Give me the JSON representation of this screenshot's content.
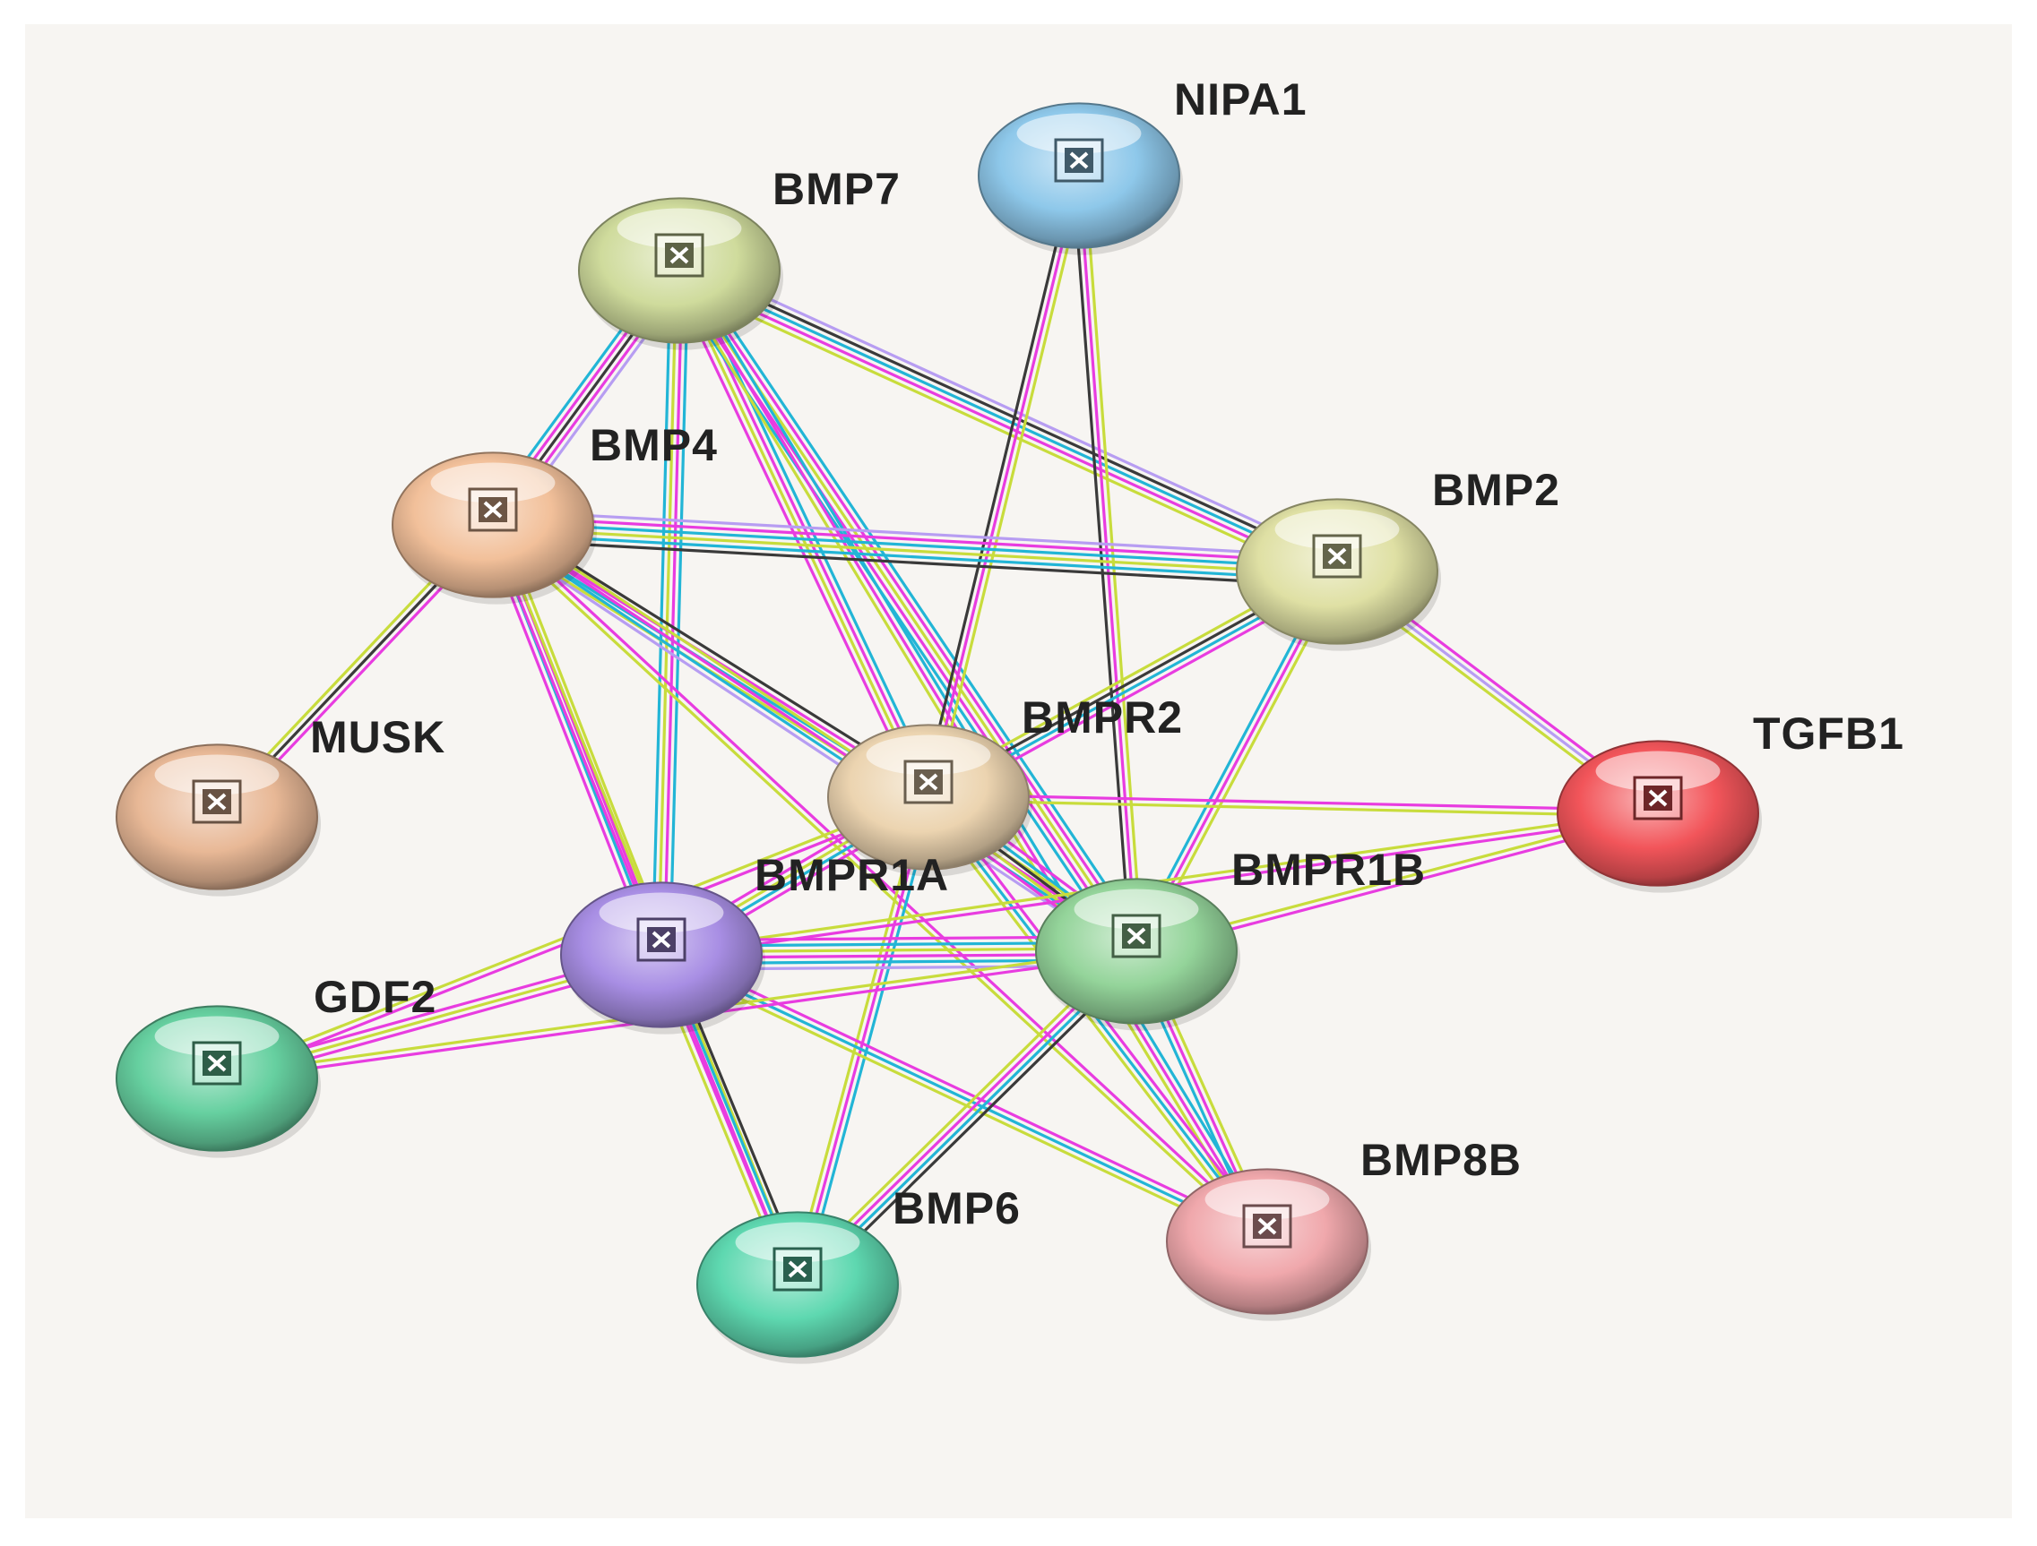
{
  "colors": {
    "panel_background": "#f7f5f2",
    "evidence": {
      "cyan": "#22b5d6",
      "magenta": "#e83ce0",
      "yellow_green": "#c8dc3c",
      "dark": "#3a3a3a",
      "lavender": "#b79df2"
    }
  },
  "nodes": [
    {
      "id": "NIPA1",
      "label": "NIPA1",
      "color": "#8ec8ea",
      "icon": "broken-image-icon"
    },
    {
      "id": "BMP7",
      "label": "BMP7",
      "color": "#cfdb9c",
      "icon": "broken-image-icon"
    },
    {
      "id": "BMP4",
      "label": "BMP4",
      "color": "#f2c09a",
      "icon": "broken-image-icon"
    },
    {
      "id": "BMP2",
      "label": "BMP2",
      "color": "#dfe0a4",
      "icon": "broken-image-icon"
    },
    {
      "id": "MUSK",
      "label": "MUSK",
      "color": "#e8b896",
      "icon": "broken-image-icon"
    },
    {
      "id": "BMPR2",
      "label": "BMPR2",
      "color": "#ecd4b0",
      "icon": "broken-image-icon"
    },
    {
      "id": "TGFB1",
      "label": "TGFB1",
      "color": "#f2555a",
      "icon": "broken-image-icon"
    },
    {
      "id": "BMPR1A",
      "label": "BMPR1A",
      "color": "#a88ee4",
      "icon": "broken-image-icon"
    },
    {
      "id": "BMPR1B",
      "label": "BMPR1B",
      "color": "#94d49a",
      "icon": "broken-image-icon"
    },
    {
      "id": "GDF2",
      "label": "GDF2",
      "color": "#66d0a0",
      "icon": "broken-image-icon"
    },
    {
      "id": "BMP6",
      "label": "BMP6",
      "color": "#5ed8b0",
      "icon": "broken-image-icon"
    },
    {
      "id": "BMP8B",
      "label": "BMP8B",
      "color": "#f0a8ac",
      "icon": "broken-image-icon"
    }
  ],
  "edges": [
    {
      "from": "BMP7",
      "to": "BMP4",
      "types": [
        "lavender",
        "magenta",
        "dark",
        "magenta",
        "cyan"
      ]
    },
    {
      "from": "BMP7",
      "to": "BMPR1A",
      "types": [
        "cyan",
        "magenta",
        "yellow_green",
        "cyan"
      ]
    },
    {
      "from": "BMP7",
      "to": "BMPR2",
      "types": [
        "cyan",
        "magenta",
        "yellow_green",
        "magenta"
      ]
    },
    {
      "from": "BMP7",
      "to": "BMPR1B",
      "types": [
        "cyan",
        "magenta",
        "yellow_green",
        "magenta",
        "cyan"
      ]
    },
    {
      "from": "BMP7",
      "to": "BMP2",
      "types": [
        "lavender",
        "dark",
        "cyan",
        "magenta",
        "yellow_green"
      ]
    },
    {
      "from": "BMP7",
      "to": "BMP8B",
      "types": [
        "cyan",
        "magenta",
        "yellow_green"
      ]
    },
    {
      "from": "NIPA1",
      "to": "BMPR2",
      "types": [
        "yellow_green",
        "magenta",
        "dark"
      ]
    },
    {
      "from": "NIPA1",
      "to": "BMPR1B",
      "types": [
        "yellow_green",
        "magenta",
        "dark"
      ]
    },
    {
      "from": "BMP4",
      "to": "BMP2",
      "types": [
        "lavender",
        "magenta",
        "cyan",
        "yellow_green",
        "cyan",
        "dark"
      ]
    },
    {
      "from": "BMP4",
      "to": "MUSK",
      "types": [
        "magenta",
        "dark",
        "yellow_green"
      ]
    },
    {
      "from": "BMP4",
      "to": "BMPR2",
      "types": [
        "dark",
        "magenta",
        "cyan",
        "yellow_green"
      ]
    },
    {
      "from": "BMP4",
      "to": "BMPR1A",
      "types": [
        "yellow_green",
        "magenta",
        "cyan",
        "magenta"
      ]
    },
    {
      "from": "BMP4",
      "to": "BMPR1B",
      "types": [
        "yellow_green",
        "magenta",
        "cyan",
        "lavender"
      ]
    },
    {
      "from": "BMP4",
      "to": "BMP6",
      "types": [
        "yellow_green",
        "magenta"
      ]
    },
    {
      "from": "BMP4",
      "to": "BMP8B",
      "types": [
        "magenta",
        "yellow_green"
      ]
    },
    {
      "from": "BMP2",
      "to": "BMPR2",
      "types": [
        "magenta",
        "cyan",
        "dark",
        "yellow_green"
      ]
    },
    {
      "from": "BMP2",
      "to": "BMPR1B",
      "types": [
        "yellow_green",
        "magenta",
        "cyan"
      ]
    },
    {
      "from": "BMP2",
      "to": "TGFB1",
      "types": [
        "magenta",
        "lavender",
        "yellow_green"
      ]
    },
    {
      "from": "BMPR2",
      "to": "TGFB1",
      "types": [
        "magenta",
        "yellow_green"
      ]
    },
    {
      "from": "BMPR2",
      "to": "BMPR1A",
      "types": [
        "magenta",
        "cyan",
        "yellow_green",
        "magenta"
      ]
    },
    {
      "from": "BMPR2",
      "to": "BMPR1B",
      "types": [
        "magenta",
        "cyan",
        "dark",
        "yellow_green",
        "magenta"
      ]
    },
    {
      "from": "BMPR2",
      "to": "BMP6",
      "types": [
        "cyan",
        "magenta",
        "yellow_green"
      ]
    },
    {
      "from": "BMPR2",
      "to": "BMP8B",
      "types": [
        "magenta",
        "cyan",
        "yellow_green"
      ]
    },
    {
      "from": "BMPR2",
      "to": "GDF2",
      "types": [
        "magenta",
        "yellow_green"
      ]
    },
    {
      "from": "TGFB1",
      "to": "BMPR1B",
      "types": [
        "magenta",
        "yellow_green"
      ]
    },
    {
      "from": "TGFB1",
      "to": "BMPR1A",
      "types": [
        "magenta",
        "yellow_green"
      ]
    },
    {
      "from": "BMPR1A",
      "to": "BMPR1B",
      "types": [
        "magenta",
        "cyan",
        "yellow_green",
        "magenta",
        "cyan",
        "lavender"
      ]
    },
    {
      "from": "BMPR1A",
      "to": "GDF2",
      "types": [
        "magenta",
        "yellow_green",
        "magenta"
      ]
    },
    {
      "from": "BMPR1A",
      "to": "BMP6",
      "types": [
        "dark",
        "cyan",
        "magenta",
        "yellow_green"
      ]
    },
    {
      "from": "BMPR1A",
      "to": "BMP8B",
      "types": [
        "magenta",
        "cyan",
        "yellow_green"
      ]
    },
    {
      "from": "BMPR1B",
      "to": "GDF2",
      "types": [
        "magenta",
        "yellow_green"
      ]
    },
    {
      "from": "BMPR1B",
      "to": "BMP6",
      "types": [
        "dark",
        "cyan",
        "magenta",
        "yellow_green"
      ]
    },
    {
      "from": "BMPR1B",
      "to": "BMP8B",
      "types": [
        "yellow_green",
        "magenta",
        "cyan"
      ]
    }
  ]
}
